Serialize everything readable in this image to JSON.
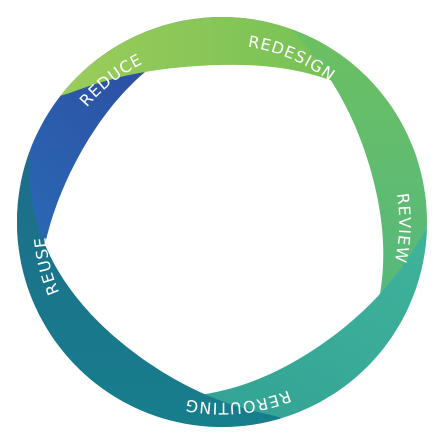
{
  "diagram": {
    "segments": [
      {
        "label": "REDUCE",
        "color": "#2e7bc0"
      },
      {
        "label": "REDESIGN",
        "color": "#7cc355"
      },
      {
        "label": "REVIEW",
        "color": "#5cbd72"
      },
      {
        "label": "REROUTING",
        "color": "#3eaf98"
      },
      {
        "label": "REUSE",
        "color": "#1a7690"
      }
    ]
  }
}
